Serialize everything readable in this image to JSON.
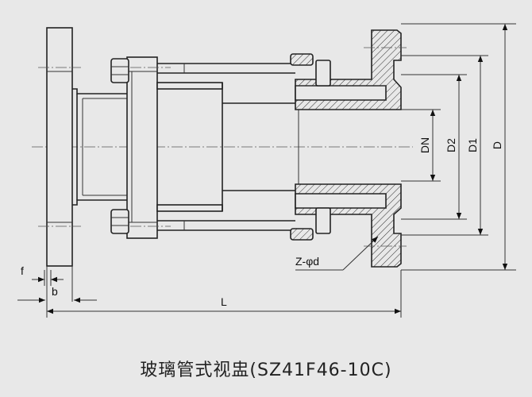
{
  "caption": "玻璃管式视盅(SZ41F46-10C)",
  "dimensions": {
    "f": "f",
    "b": "b",
    "L": "L",
    "DN": "DN",
    "D2": "D2",
    "D1": "D1",
    "D": "D",
    "bolt": "Z-φd"
  }
}
